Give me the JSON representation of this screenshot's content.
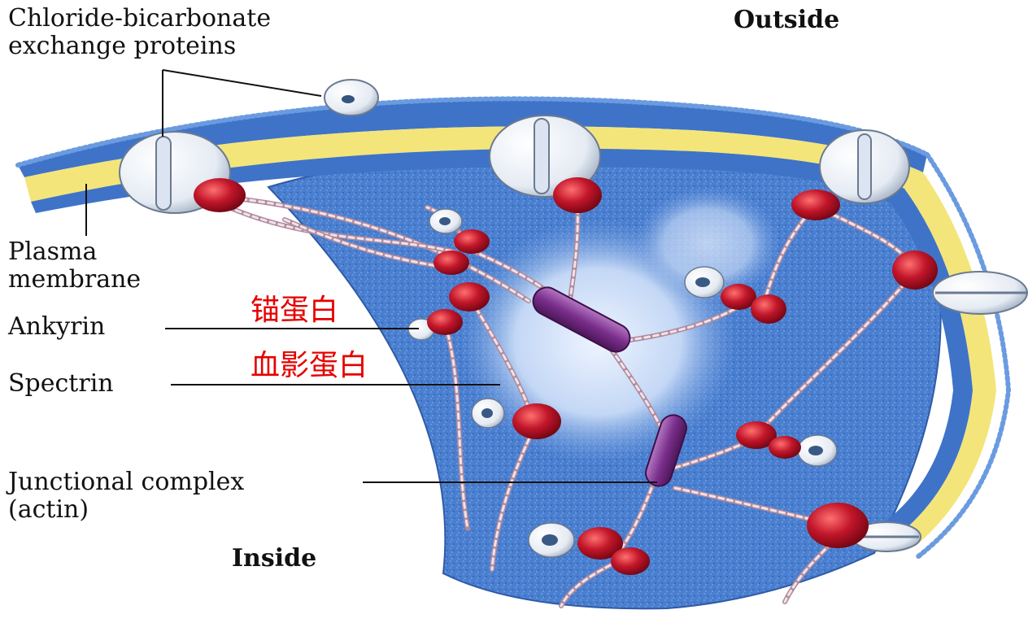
{
  "labels": {
    "exchange_line1": "Chloride-bicarbonate",
    "exchange_line2": "exchange proteins",
    "outside": "Outside",
    "plasma_line1": "Plasma",
    "plasma_line2": "membrane",
    "ankyrin": "Ankyrin",
    "spectrin": "Spectrin",
    "junctional_line1": "Junctional complex",
    "junctional_line2": "(actin)",
    "inside": "Inside"
  },
  "annotations": {
    "ankyrin_cn": "锚蛋白",
    "spectrin_cn": "血影蛋白"
  },
  "colors": {
    "membrane_blue": "#4a7fd0",
    "lipid_yellow": "#f3e57a",
    "ankyrin_red": "#c2162a",
    "actin_purple": "#7a2f8c",
    "spectrin_strand": "#b08a9c",
    "annotation_red": "#e60000"
  }
}
